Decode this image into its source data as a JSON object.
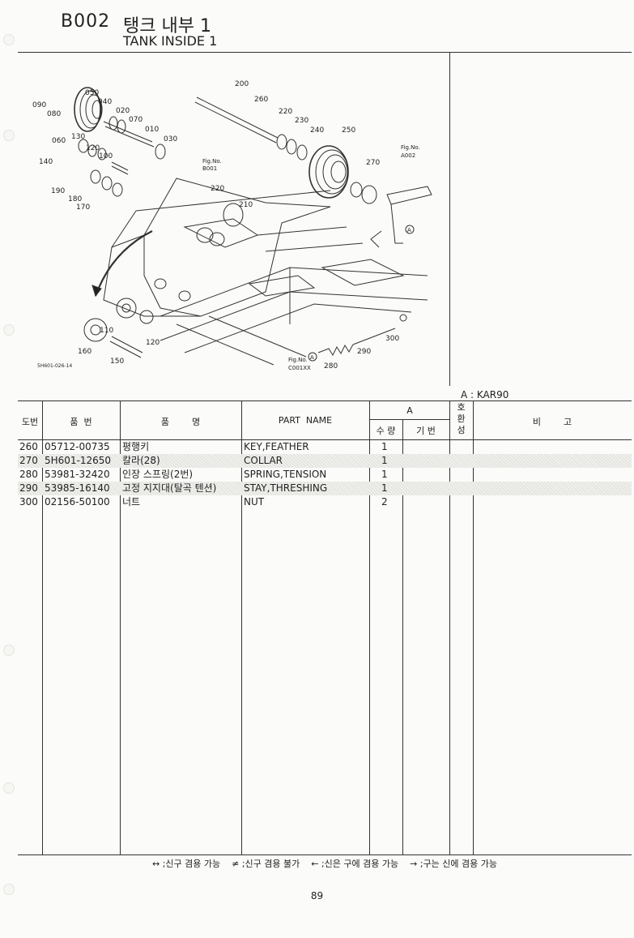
{
  "header": {
    "code": "B002",
    "title_kr": "탱크 내부 1",
    "title_en": "TANK INSIDE 1"
  },
  "diagram": {
    "image_code": "5H601-026-14",
    "callouts": [
      "010",
      "020",
      "030",
      "040",
      "050",
      "060",
      "070",
      "080",
      "090",
      "100",
      "110",
      "120",
      "120",
      "130",
      "140",
      "150",
      "160",
      "170",
      "180",
      "190",
      "200",
      "210",
      "220",
      "220",
      "230",
      "240",
      "250",
      "260",
      "270",
      "280",
      "290",
      "300"
    ],
    "figrefs": [
      {
        "line1": "Fig.No.",
        "line2": "B001"
      },
      {
        "line1": "Fig.No.",
        "line2": "A002"
      },
      {
        "line1": "Fig.No.",
        "line2": "C001XX"
      }
    ],
    "marker": "A"
  },
  "model_note": "A : KAR90",
  "table": {
    "headers": {
      "no": "도번",
      "part_no": "품  번",
      "name_kr": "품        명",
      "part_name": "PART  NAME",
      "group_a": "A",
      "qty": "수 량",
      "code": "기 번",
      "compat": "호\n환\n성",
      "remarks": "비        고"
    },
    "rows": [
      {
        "no": "260",
        "part_no": "05712-00735",
        "name_kr": "평행키",
        "part_name": "KEY,FEATHER",
        "qty": "1",
        "shaded": false
      },
      {
        "no": "270",
        "part_no": "5H601-12650",
        "name_kr": "칼라(28)",
        "part_name": "COLLAR",
        "qty": "1",
        "shaded": true
      },
      {
        "no": "280",
        "part_no": "53981-32420",
        "name_kr": "인장 스프링(2번)",
        "part_name": "SPRING,TENSION",
        "qty": "1",
        "shaded": false
      },
      {
        "no": "290",
        "part_no": "53985-16140",
        "name_kr": "고정 지지대(탈곡 텐션)",
        "part_name": "STAY,THRESHING",
        "qty": "1",
        "shaded": true
      },
      {
        "no": "300",
        "part_no": "02156-50100",
        "name_kr": "너트",
        "part_name": "NUT",
        "qty": "2",
        "shaded": false
      }
    ]
  },
  "legend": "↔ ;신구 겸용 가능    ≠ ;신구 겸용 불가    ← ;신은 구에 겸용 가능    → ;구는 신에 겸용 가능",
  "page_number": "89"
}
